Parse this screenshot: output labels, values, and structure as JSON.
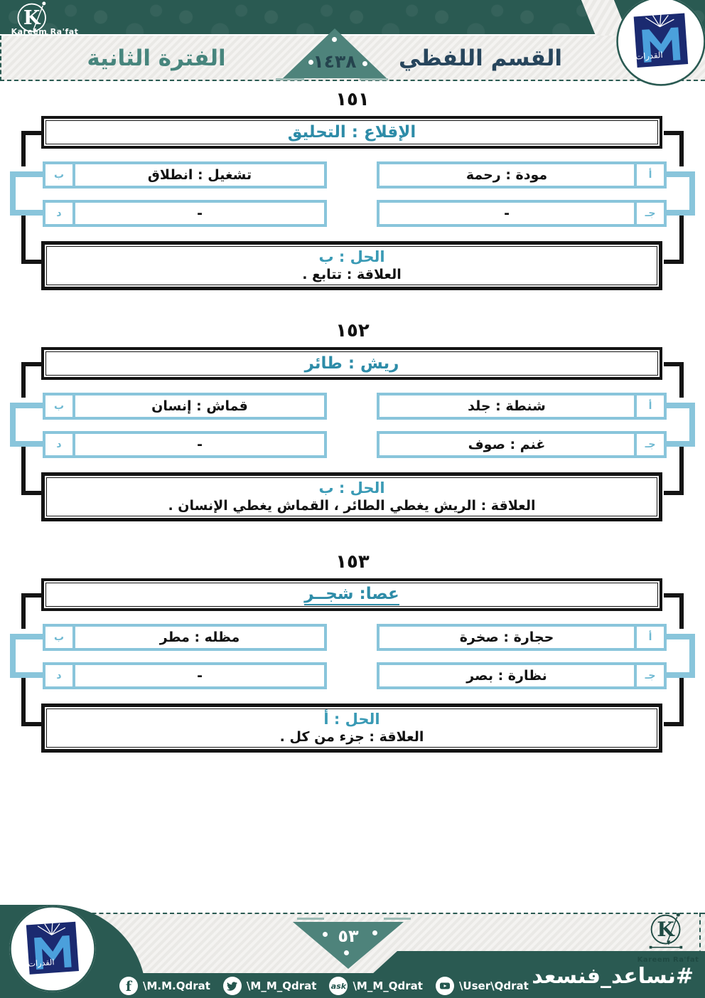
{
  "header": {
    "brand_name": "Kareem Ra'fat",
    "section_title": "القسم اللفظي",
    "period_title": "الفترة الثانية",
    "year_badge": "١٤٣٨",
    "logo_text": "القدرات"
  },
  "questions": [
    {
      "number": "١٥١",
      "title": "الإقلاع : التحليق",
      "options": [
        {
          "letter": "أ",
          "text": "مودة : رحمة"
        },
        {
          "letter": "ب",
          "text": "تشغيل : انطلاق"
        },
        {
          "letter": "جـ",
          "text": "-"
        },
        {
          "letter": "د",
          "text": "-"
        }
      ],
      "solution": "الحل : ب",
      "relation": "العلاقة : تتابع ."
    },
    {
      "number": "١٥٢",
      "title": "ريش : طائر",
      "options": [
        {
          "letter": "أ",
          "text": "شنطة : جلد"
        },
        {
          "letter": "ب",
          "text": "قماش : إنسان"
        },
        {
          "letter": "جـ",
          "text": "غنم : صوف"
        },
        {
          "letter": "د",
          "text": "-"
        }
      ],
      "solution": "الحل : ب",
      "relation": "العلاقة : الريش يغطي الطائر ، القماش يغطي الإنسان ."
    },
    {
      "number": "١٥٣",
      "title": "عصا: شجــر",
      "options": [
        {
          "letter": "أ",
          "text": "حجارة : صخرة"
        },
        {
          "letter": "ب",
          "text": "مظله : مطر"
        },
        {
          "letter": "جـ",
          "text": "نظارة : بصر"
        },
        {
          "letter": "د",
          "text": "-"
        }
      ],
      "solution": "الحل : أ",
      "relation": "العلاقة : جزء من كل ."
    }
  ],
  "footer": {
    "page_number": "٥٣",
    "hashtag": "#نساعد_فنسعد",
    "brand_name": "Kareem Ra'fat",
    "logo_text": "القدرات",
    "social": [
      {
        "icon": "facebook-icon",
        "handle": "\\M.M.Qdrat"
      },
      {
        "icon": "twitter-icon",
        "handle": "\\M_M_Qdrat"
      },
      {
        "icon": "ask-icon",
        "handle": "\\M_M_Qdrat"
      },
      {
        "icon": "youtube-icon",
        "handle": "\\User\\Qdrat"
      }
    ]
  },
  "colors": {
    "dark_green": "#2A5A52",
    "triangle_teal": "#4E837B",
    "option_border_blue": "#89C5DB",
    "heading_teal": "#2E8CA8",
    "section_navy": "#27455C",
    "period_teal": "#47857D"
  }
}
